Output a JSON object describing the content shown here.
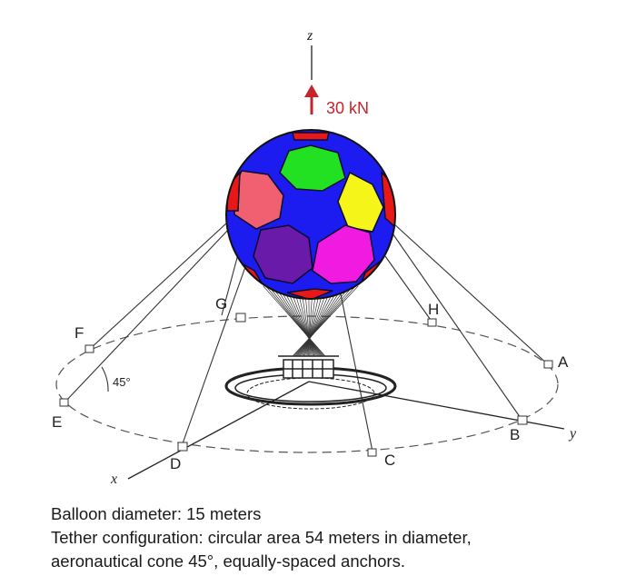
{
  "axes": {
    "z": "z",
    "x": "x",
    "y": "y"
  },
  "force": {
    "label": "30 kN",
    "color": "#c8232c"
  },
  "cone_angle_label": "45°",
  "anchors": [
    "A",
    "B",
    "C",
    "D",
    "E",
    "F",
    "G",
    "H"
  ],
  "balloon": {
    "panel_colors": {
      "base": "#1c1cf0",
      "green": "#22e022",
      "yellow": "#f5f51a",
      "pink": "#f06070",
      "purple": "#6a1aa8",
      "magenta": "#f01ae0",
      "red": "#e81818"
    }
  },
  "caption": {
    "line1": "Balloon diameter: 15 meters",
    "line2": "Tether configuration: circular area 54 meters in diameter,",
    "line3": "aeronautical cone 45°, equally-spaced anchors."
  }
}
